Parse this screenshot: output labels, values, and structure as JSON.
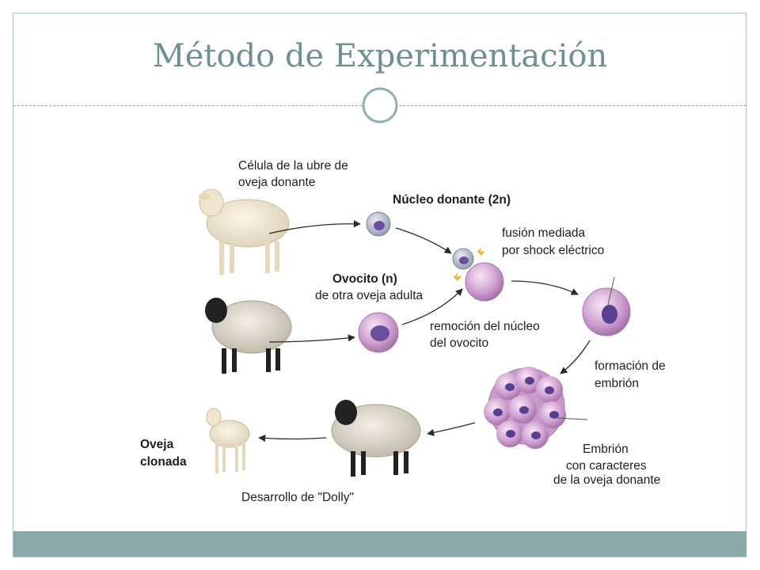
{
  "slide": {
    "title": "Método de Experimentación"
  },
  "diagram": {
    "labels": {
      "udder_cell_line1": "Célula de la ubre de",
      "udder_cell_line2": "oveja donante",
      "donor_nucleus": "Núcleo donante (2n)",
      "fusion_line1": "fusión mediada",
      "fusion_line2": "por shock eléctrico",
      "oocyte_title": "Ovocito (n)",
      "oocyte_sub": "de otra oveja adulta",
      "removal_line1": "remoción del núcleo",
      "removal_line2": "del ovocito",
      "embryo_formation_line1": "formación de",
      "embryo_formation_line2": "embrión",
      "embryo_line1": "Embrión",
      "embryo_line2": "con caracteres",
      "embryo_line3": "de la oveja donante",
      "cloned_line1": "Oveja",
      "cloned_line2": "clonada",
      "dolly": "Desarrollo de \"Dolly\""
    }
  }
}
